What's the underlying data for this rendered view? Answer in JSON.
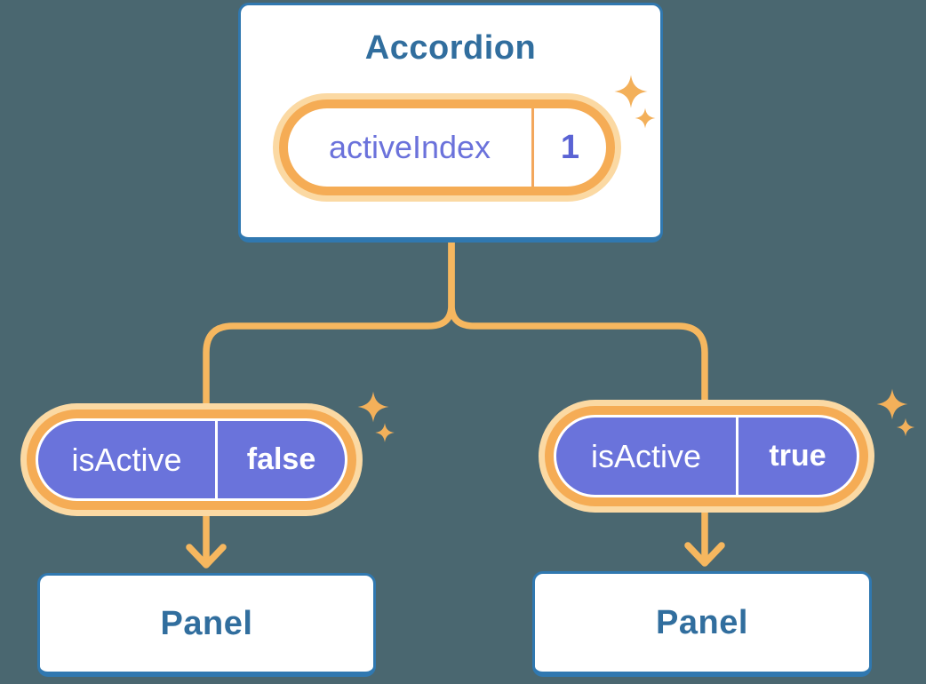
{
  "background_color": "#4A6770",
  "colors": {
    "card_border": "#3078B0",
    "card_title_text": "#316E9E",
    "connector_orange": "#F6B75F",
    "pill_ring_orange": "#F5AC55",
    "pill_glow_orange": "#FBD9A3",
    "pill_purple": "#6A73DB",
    "state_label_purple": "#6B72DB",
    "state_value_purple": "#5A63D4",
    "sparkle_orange": "#F3B05A"
  },
  "accordion": {
    "title": "Accordion",
    "state": {
      "label": "activeIndex",
      "value": "1"
    }
  },
  "props": [
    {
      "label": "isActive",
      "value": "false"
    },
    {
      "label": "isActive",
      "value": "true"
    }
  ],
  "panels": [
    {
      "title": "Panel"
    },
    {
      "title": "Panel"
    }
  ],
  "icons": {
    "sparkle": "sparkle-icon"
  }
}
